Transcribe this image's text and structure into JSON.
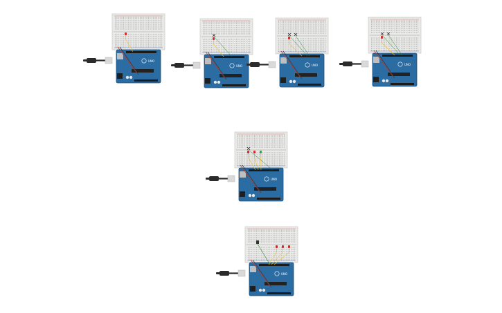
{
  "board_label": "UNO",
  "colors": {
    "board": "#2b6ca3",
    "board_dark": "#1d4f7a",
    "breadboard": "#e9e9e7",
    "breadboard_edge": "#cfcfcc",
    "hole": "#8c8c8c",
    "rail_red": "#d9534f",
    "rail_blue": "#4a78c4",
    "cable": "#2b2b2b",
    "usb": "#d9d9d9",
    "led_red": "#d42a2a",
    "led_green": "#27a83c",
    "wire_yellow": "#f1c232",
    "wire_red": "#c0392b",
    "wire_green": "#2e8b3d"
  },
  "circuits": [
    {
      "id": "circuit-1",
      "components": [
        "breadboard",
        "arduino-uno",
        "usb-cable",
        "led-red"
      ]
    },
    {
      "id": "circuit-2",
      "components": [
        "breadboard",
        "arduino-uno",
        "usb-cable",
        "button",
        "led-red"
      ]
    },
    {
      "id": "circuit-3",
      "components": [
        "breadboard",
        "arduino-uno",
        "usb-cable",
        "button",
        "button",
        "led-red"
      ]
    },
    {
      "id": "circuit-4",
      "components": [
        "breadboard",
        "arduino-uno",
        "usb-cable",
        "button",
        "button",
        "led-red"
      ]
    },
    {
      "id": "circuit-5",
      "components": [
        "breadboard",
        "arduino-uno",
        "usb-cable",
        "led-red",
        "led-red",
        "led-green",
        "button"
      ]
    },
    {
      "id": "circuit-6",
      "components": [
        "breadboard",
        "arduino-uno",
        "usb-cable",
        "sensor",
        "led-red",
        "led-red",
        "led-red"
      ]
    }
  ]
}
